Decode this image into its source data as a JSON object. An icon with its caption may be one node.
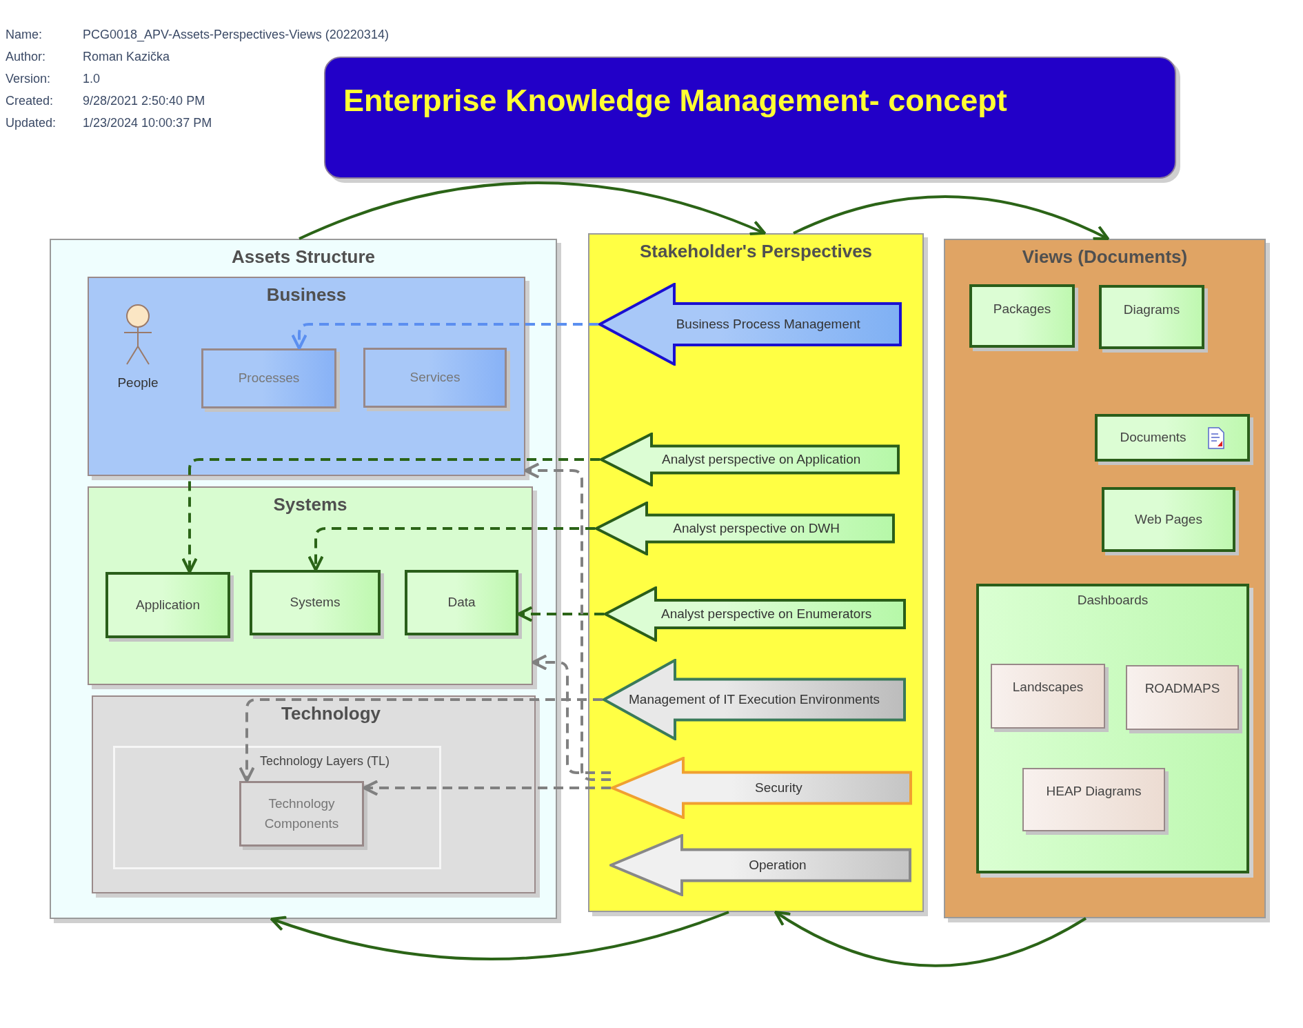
{
  "diagram": {
    "title": "Enterprise Knowledge Management- concept",
    "nodes": [
      {
        "text": [
          "Assets Structure"
        ]
      },
      {
        "text": [
          "Business"
        ],
        "in": 0
      },
      {
        "text": [
          "People"
        ],
        "in": 1
      },
      {
        "text": [
          "Processes"
        ],
        "in": 1
      },
      {
        "text": [
          "Services"
        ],
        "in": 1
      },
      {
        "text": [
          "Systems"
        ],
        "in": 0
      },
      {
        "text": [
          "Application"
        ],
        "in": 5
      },
      {
        "text": [
          "Systems"
        ],
        "in": 5
      },
      {
        "text": [
          "Data"
        ],
        "in": 5
      },
      {
        "text": [
          "Technology"
        ],
        "in": 0
      },
      {
        "text": [
          "Technology Layers (TL)"
        ],
        "in": 9
      },
      {
        "text": [
          "Technology Components"
        ],
        "in": 10
      },
      {
        "text": [
          "Stakeholder's Perspectives"
        ]
      },
      {
        "text": [
          "Business Process Management"
        ],
        "in": 12
      },
      {
        "text": [
          "Analyst perspective on Application"
        ],
        "in": 12
      },
      {
        "text": [
          "Analyst perspective on DWH"
        ],
        "in": 12
      },
      {
        "text": [
          "Analyst perspective on Enumerators"
        ],
        "in": 12
      },
      {
        "text": [
          "Management of IT Execution Environments"
        ],
        "in": 12
      },
      {
        "text": [
          "Security"
        ],
        "in": 12
      },
      {
        "text": [
          "Operation"
        ],
        "in": 12
      },
      {
        "text": [
          "Views (Documents)"
        ]
      },
      {
        "text": [
          "Packages"
        ],
        "in": 20
      },
      {
        "text": [
          "Diagrams"
        ],
        "in": 20
      },
      {
        "text": [
          "Documents"
        ],
        "in": 20
      },
      {
        "text": [
          "Web Pages"
        ],
        "in": 20
      },
      {
        "text": [
          "Dashboards"
        ],
        "in": 20
      },
      {
        "text": [
          "Landscapes"
        ],
        "in": 25
      },
      {
        "text": [
          "ROADMAPS"
        ],
        "in": 25
      },
      {
        "text": [
          "HEAP Diagrams"
        ],
        "in": 25
      }
    ],
    "edges": [
      {
        "from": 0,
        "to": 12,
        "arrow": "to"
      },
      {
        "from": 12,
        "to": 20,
        "arrow": "to"
      },
      {
        "from": 12,
        "to": 0,
        "arrow": "to"
      },
      {
        "from": 20,
        "to": 12,
        "arrow": "to"
      },
      {
        "from": 13,
        "to": 3,
        "arrow": "to",
        "style": "dashed",
        "color": "#5b8ff0"
      },
      {
        "from": 14,
        "to": 6,
        "arrow": "to",
        "style": "dashed"
      },
      {
        "from": 15,
        "to": 7,
        "arrow": "to",
        "style": "dashed"
      },
      {
        "from": 16,
        "to": 8,
        "arrow": "to",
        "style": "dashed"
      },
      {
        "from": 17,
        "to": 11,
        "arrow": "to",
        "style": "dashed",
        "color": "#808080"
      },
      {
        "from": 18,
        "to": 11,
        "arrow": "to",
        "style": "dashed",
        "color": "#808080"
      },
      {
        "from": 18,
        "to": 1,
        "arrow": "to",
        "style": "dashed",
        "color": "#808080"
      },
      {
        "from": 18,
        "to": 5,
        "arrow": "to",
        "style": "dashed",
        "color": "#808080"
      }
    ],
    "labels": [
      "Name:",
      "PCG0018_APV-Assets-Perspectives-Views (20220314)",
      "Author:",
      "Roman Kazička",
      "Version:",
      "1.0",
      "Created:",
      "9/28/2021 2:50:40 PM",
      "Updated:",
      "1/23/2024 10:00:37 PM"
    ]
  }
}
